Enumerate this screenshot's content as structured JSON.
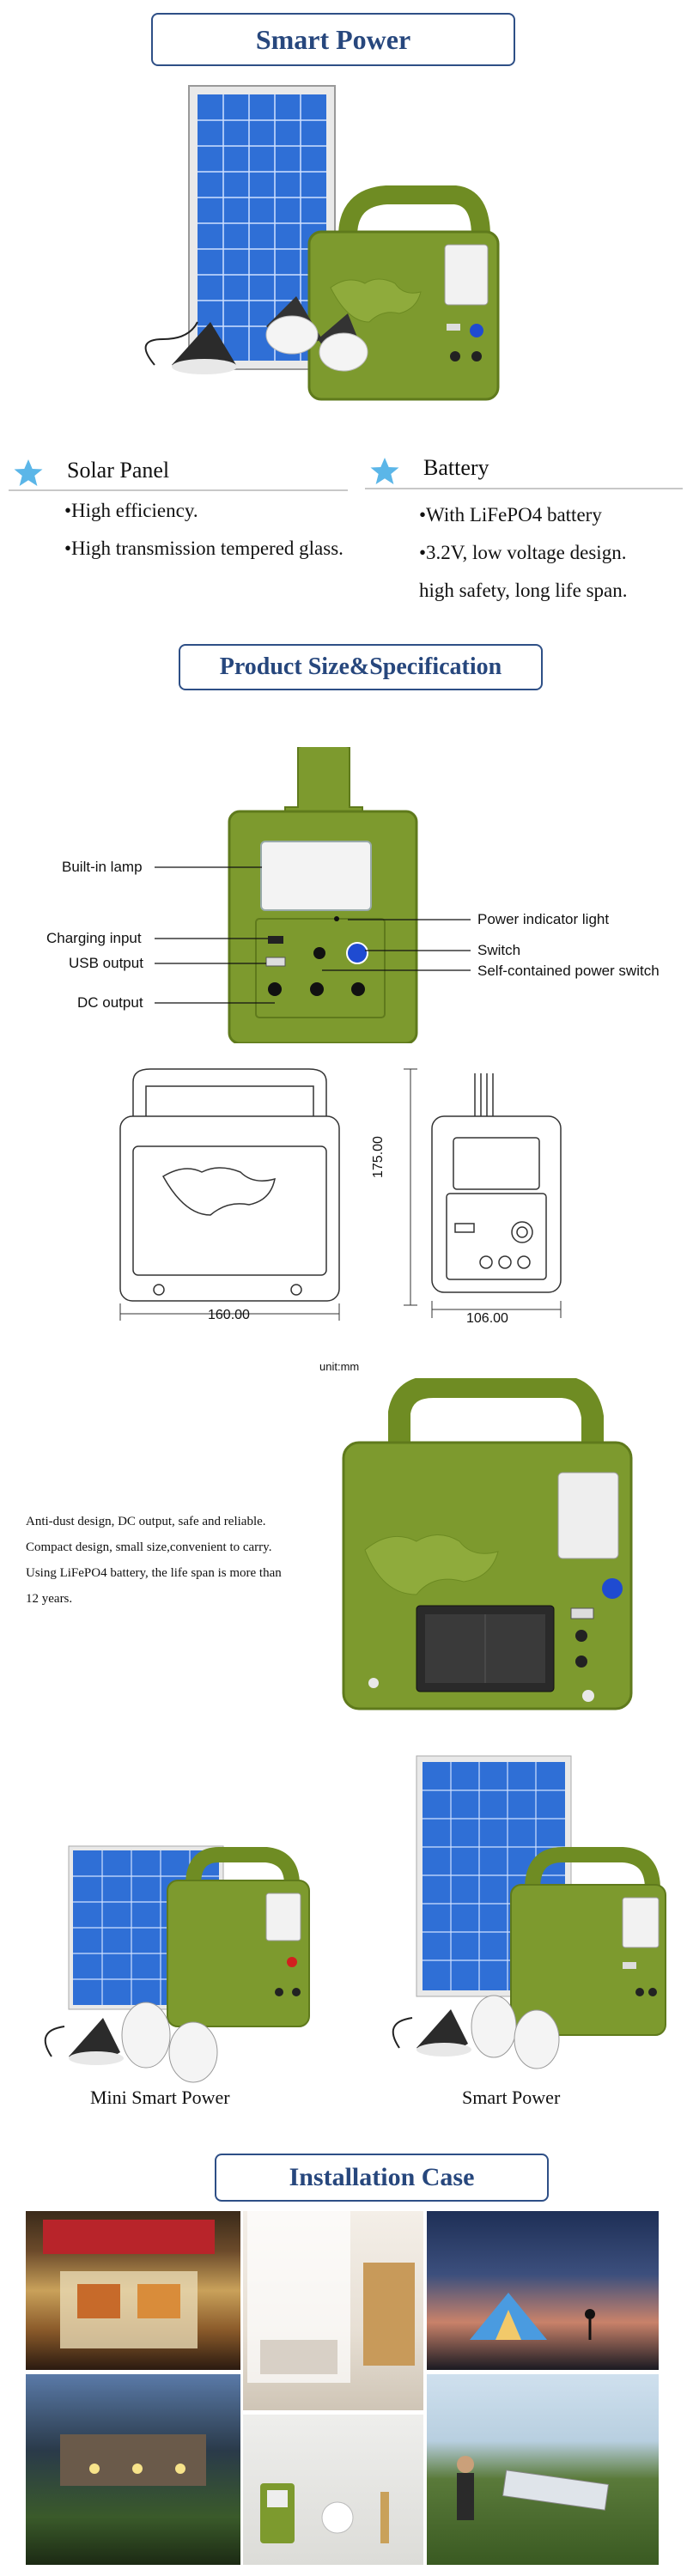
{
  "sections": {
    "smart_power_title": "Smart Power",
    "spec_title": "Product Size&Specification",
    "installation_title": "Installation Case"
  },
  "features": {
    "solar": {
      "title": "Solar Panel",
      "lines": [
        "•High efficiency.",
        "•High transmission tempered glass."
      ]
    },
    "battery": {
      "title": "Battery",
      "lines": [
        "•With LiFePO4 battery",
        "•3.2V, low voltage design.",
        "high safety, long life span."
      ]
    }
  },
  "callouts": {
    "built_in_lamp": "Built-in lamp",
    "charging_input": "Charging input",
    "usb_output": "USB output",
    "dc_output": "DC output",
    "power_indicator": "Power indicator light",
    "switch": "Switch",
    "self_contained_switch": "Self-contained power switch"
  },
  "dimensions": {
    "width": "160.00",
    "height": "175.00",
    "depth": "106.00",
    "unit": "unit:mm"
  },
  "description": {
    "line1": "Anti-dust design, DC output, safe and reliable.",
    "line2": "Compact design, small size,convenient to carry.",
    "line3": "Using LiFePO4 battery, the life span is more than",
    "line4": "12 years."
  },
  "products": {
    "mini": "Mini Smart Power",
    "standard": "Smart Power"
  },
  "colors": {
    "accent_blue": "#2e4f86",
    "device_green": "#7d9a2e",
    "device_dark": "#5f7a1c",
    "panel_blue": "#2f6fd6",
    "star_blue": "#5bb6e8"
  },
  "icons": {
    "feature_bullet": "star-icon"
  }
}
